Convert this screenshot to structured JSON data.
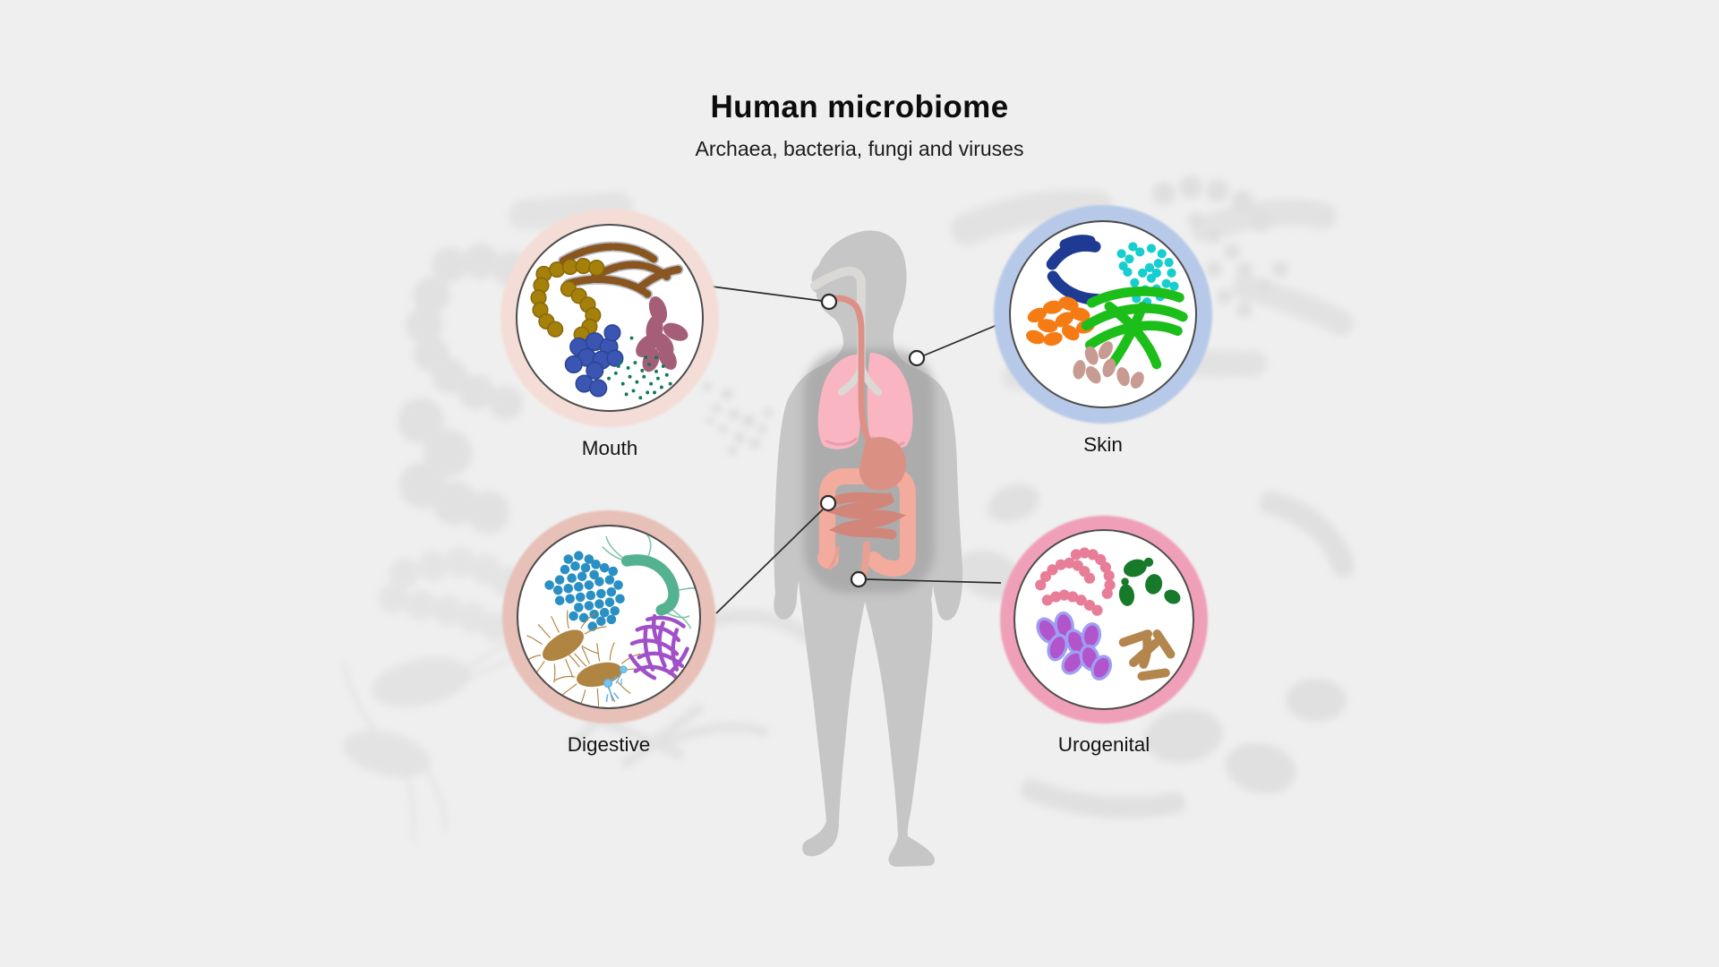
{
  "page": {
    "title": "Human microbiome",
    "subtitle": "Archaea, bacteria, fungi and viruses",
    "background_color": "#efefef",
    "title_color": "#0c0c0c"
  },
  "body_figure": {
    "name": "human-body-with-organs",
    "silhouette_color": "#c6c6c6",
    "lungs_color": "#f9b6c2",
    "airway_color": "#dbd9d6",
    "esophagus_color": "#dd9186",
    "stomach_color": "#db9084",
    "large_intestine_color": "#f3ab9d",
    "small_intestine_color": "#d2867a",
    "organs_shown": [
      "nasal passage",
      "trachea",
      "lungs",
      "esophagus",
      "stomach",
      "intestines"
    ]
  },
  "connectors": {
    "line_color": "#2b2b2b",
    "marker_style": "small open circle on body"
  },
  "regions": [
    {
      "id": "mouth",
      "label": "Mouth",
      "ring_color": "#f4ddd6",
      "microbes": [
        {
          "name": "gold-cocci-chains",
          "color": "#a5800a"
        },
        {
          "name": "brown-filament-rods",
          "color": "#8a5620"
        },
        {
          "name": "blue-cocci-cluster",
          "color": "#3a55b2"
        },
        {
          "name": "maroon-oval-bacilli",
          "color": "#a55e77"
        },
        {
          "name": "teal-micro-dots",
          "color": "#0e7a5a"
        }
      ]
    },
    {
      "id": "skin",
      "label": "Skin",
      "ring_color": "#b7c9e8",
      "microbes": [
        {
          "name": "navy-curved-rods",
          "color": "#1f3a92"
        },
        {
          "name": "cyan-cocci-cluster",
          "color": "#16cdd0"
        },
        {
          "name": "orange-oval-cocci",
          "color": "#f57c14"
        },
        {
          "name": "green-long-rods",
          "color": "#1cbe1a"
        },
        {
          "name": "rose-teardrop-cells",
          "color": "#c79a92"
        }
      ]
    },
    {
      "id": "digestive",
      "label": "Digestive",
      "ring_color": "#e7c0b8",
      "microbes": [
        {
          "name": "blue-cocci-clusters",
          "color": "#2a90c4"
        },
        {
          "name": "flagellated-curved-rod",
          "color": "#55b290"
        },
        {
          "name": "fimbriated-bacilli",
          "color": "#b08542"
        },
        {
          "name": "purple-rod-network",
          "color": "#a050c8"
        },
        {
          "name": "bacteriophages",
          "color": "#5fb4e6"
        }
      ]
    },
    {
      "id": "urogenital",
      "label": "Urogenital",
      "ring_color": "#f09fb8",
      "microbes": [
        {
          "name": "pink-cocci-chains",
          "color": "#e87d98"
        },
        {
          "name": "green-budding-yeast",
          "color": "#177a2a"
        },
        {
          "name": "purple-oval-cells",
          "color": "#b254cc"
        },
        {
          "name": "tan-short-rods",
          "color": "#b5854e"
        }
      ]
    }
  ]
}
